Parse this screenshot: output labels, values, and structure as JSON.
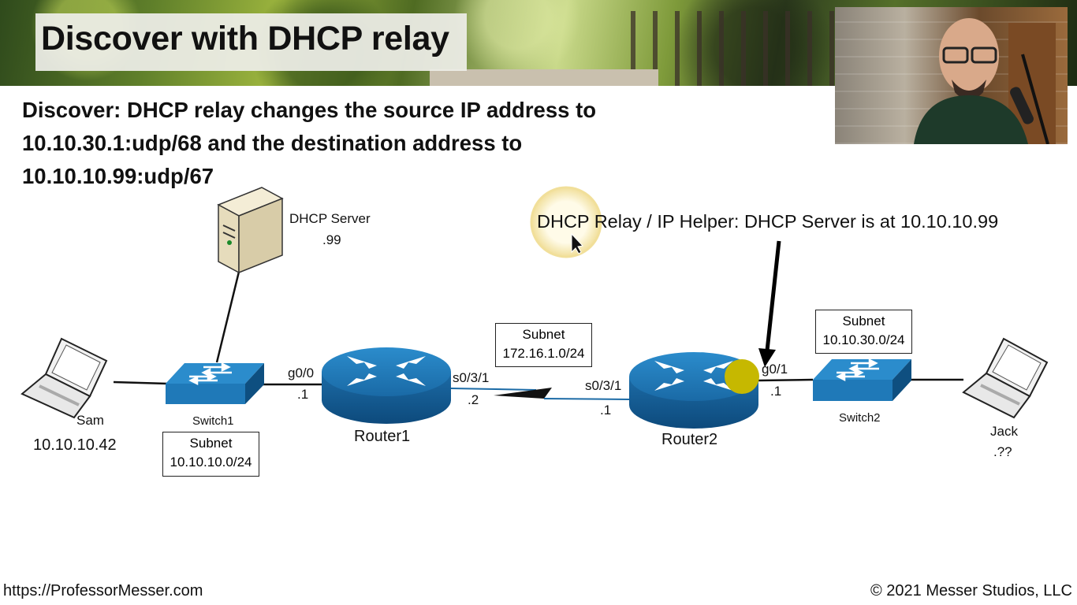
{
  "slide": {
    "title": "Discover with DHCP relay",
    "description_lines": [
      "Discover: DHCP relay changes the source IP address to",
      "10.10.30.1:udp/68 and the destination address to",
      "10.10.10.99:udp/67"
    ],
    "callout": "DHCP Relay / IP Helper: DHCP Server is at 10.10.10.99"
  },
  "devices": {
    "dhcp_server": {
      "name": "DHCP Server",
      "host": ".99"
    },
    "sam": {
      "name": "Sam",
      "ip": "10.10.10.42"
    },
    "switch1": {
      "name": "Switch1"
    },
    "router1": {
      "name": "Router1"
    },
    "router2": {
      "name": "Router2"
    },
    "switch2": {
      "name": "Switch2"
    },
    "jack": {
      "name": "Jack",
      "host": ".??"
    }
  },
  "interfaces": {
    "r1_g0_0": {
      "name": "g0/0",
      "host": ".1"
    },
    "r1_s0_3_1": {
      "name": "s0/3/1",
      "host": ".2"
    },
    "r2_s0_3_1": {
      "name": "s0/3/1",
      "host": ".1"
    },
    "r2_g0_1": {
      "name": "g0/1",
      "host": ".1"
    }
  },
  "subnets": {
    "left": {
      "label": "Subnet",
      "cidr": "10.10.10.0/24"
    },
    "wan": {
      "label": "Subnet",
      "cidr": "172.16.1.0/24"
    },
    "right": {
      "label": "Subnet",
      "cidr": "10.10.30.0/24"
    }
  },
  "footer": {
    "left": "https://ProfessorMesser.com",
    "right": "© 2021 Messer Studios, LLC"
  },
  "colors": {
    "device_blue": "#1f79b8",
    "device_blue_dark": "#0e4f80",
    "highlight_dot": "#c6b800",
    "cursor_glow": "#f3e49a"
  }
}
